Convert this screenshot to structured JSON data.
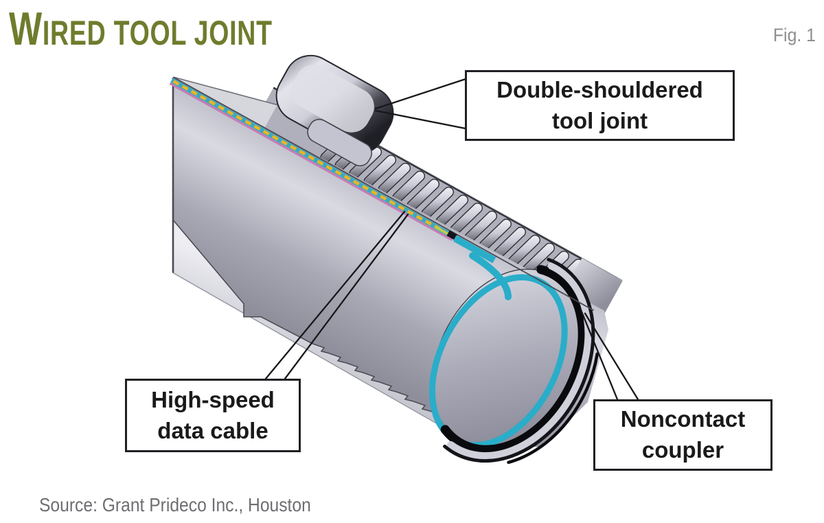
{
  "header": {
    "title_initial": "W",
    "title_rest": "IRED TOOL JOINT",
    "figure_label": "Fig. 1"
  },
  "callouts": {
    "double_shouldered": {
      "line1": "Double-shouldered",
      "line2": "tool joint"
    },
    "high_speed": {
      "line1": "High-speed",
      "line2": "data cable"
    },
    "noncontact": {
      "line1": "Noncontact",
      "line2": "coupler"
    }
  },
  "colors": {
    "title_olive": "#6f7c2d",
    "cable_teal": "#3aa8c4",
    "cable_yellow": "#e9b525",
    "cable_magenta": "#c77ab5",
    "cable_green": "#bfcb4d",
    "coupler_cyan": "#29adc9",
    "metal_light": "#dadae3",
    "metal_dark": "#8e8e9b"
  },
  "footer": {
    "source": "Source: Grant Prideco Inc., Houston"
  }
}
